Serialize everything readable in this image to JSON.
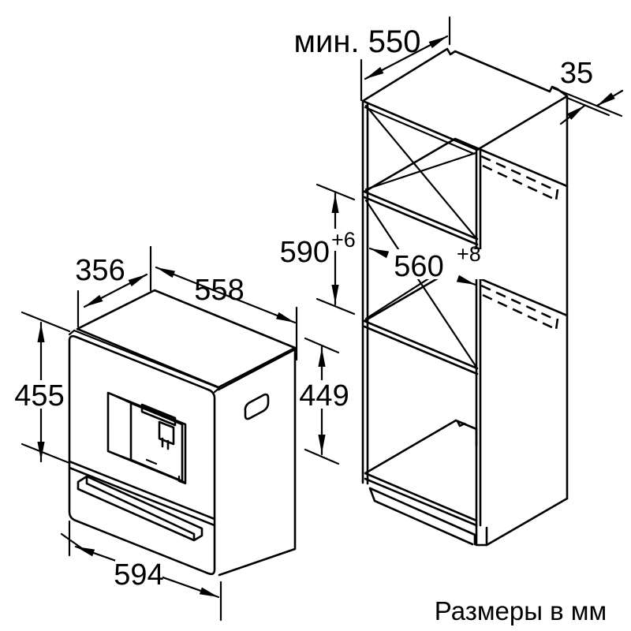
{
  "drawing": {
    "note": "Размеры в мм",
    "colors": {
      "line": "#000000",
      "background": "#ffffff"
    },
    "appliance": {
      "top_depth": "356",
      "body_width": "558",
      "front_height": "455",
      "body_height": "449",
      "front_width": "594"
    },
    "niche": {
      "min_depth": "мин. 550",
      "rear_clearance": "35",
      "height": "590",
      "height_tolerance": "+6",
      "width": "560",
      "width_tolerance": "+8"
    }
  }
}
